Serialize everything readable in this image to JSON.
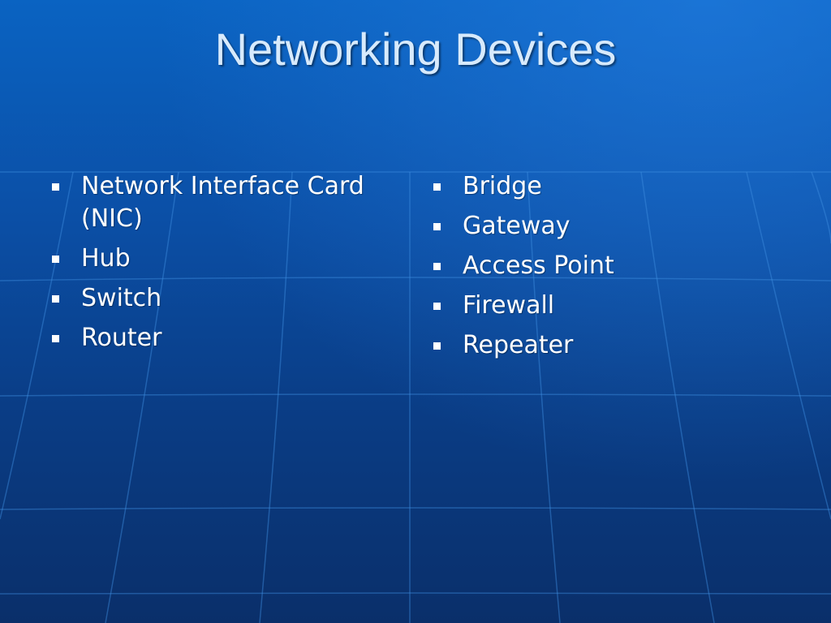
{
  "slide": {
    "title": "Networking Devices",
    "left_column": [
      "Network Interface Card (NIC)",
      "Hub",
      "Switch",
      "Router"
    ],
    "right_column": [
      "Bridge",
      "Gateway",
      "Access Point",
      "Firewall",
      "Repeater"
    ]
  },
  "colors": {
    "background_top": "#0a63c2",
    "background_bottom": "#0a2f6a",
    "title_text": "#d7eafc",
    "body_text": "#ffffff",
    "grid_lines": "#3d8fe0"
  }
}
